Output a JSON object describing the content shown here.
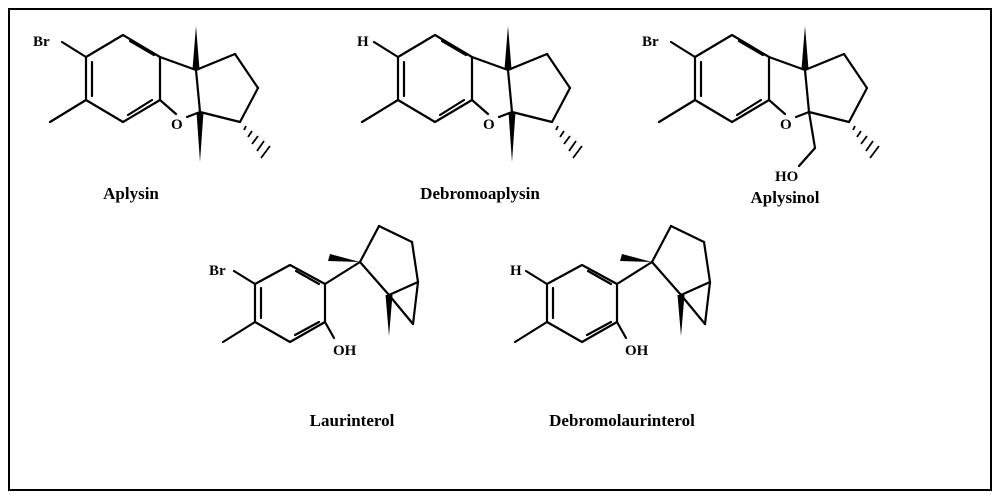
{
  "compounds": [
    {
      "name": "Aplysin",
      "atoms": {
        "halogen": "Br",
        "oxygen": "O"
      }
    },
    {
      "name": "Debromoaplysin",
      "atoms": {
        "halogen": "H",
        "oxygen": "O"
      }
    },
    {
      "name": "Aplysinol",
      "atoms": {
        "halogen": "Br",
        "oxygen": "O",
        "hydroxyl": "HO"
      }
    },
    {
      "name": "Laurinterol",
      "atoms": {
        "halogen": "Br",
        "hydroxyl": "OH"
      }
    },
    {
      "name": "Debromolaurinterol",
      "atoms": {
        "halogen": "H",
        "hydroxyl": "OH"
      }
    }
  ]
}
